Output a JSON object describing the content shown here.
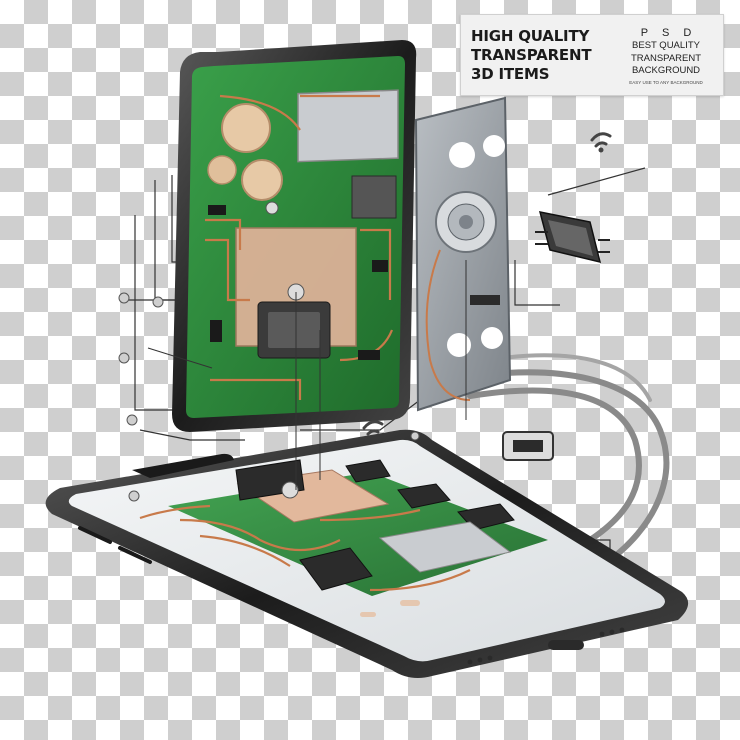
{
  "badge": {
    "headline": [
      "HIGH QUALITY",
      "TRANSPARENT",
      "3D ITEMS"
    ],
    "format_letters": "PSD",
    "features": [
      "BEST QUALITY",
      "TRANSPARENT",
      "BACKGROUND"
    ],
    "fine_print": "EASY USE TO ANY BACKGROUND"
  },
  "colors": {
    "checker_light": "#ffffff",
    "checker_dark": "#cfcfcf",
    "pcb_green": "#2e8a3a",
    "copper_trace": "#c87a4a",
    "phone_frame": "#2a2a2a",
    "plate_metal": "#9aa0a6"
  }
}
